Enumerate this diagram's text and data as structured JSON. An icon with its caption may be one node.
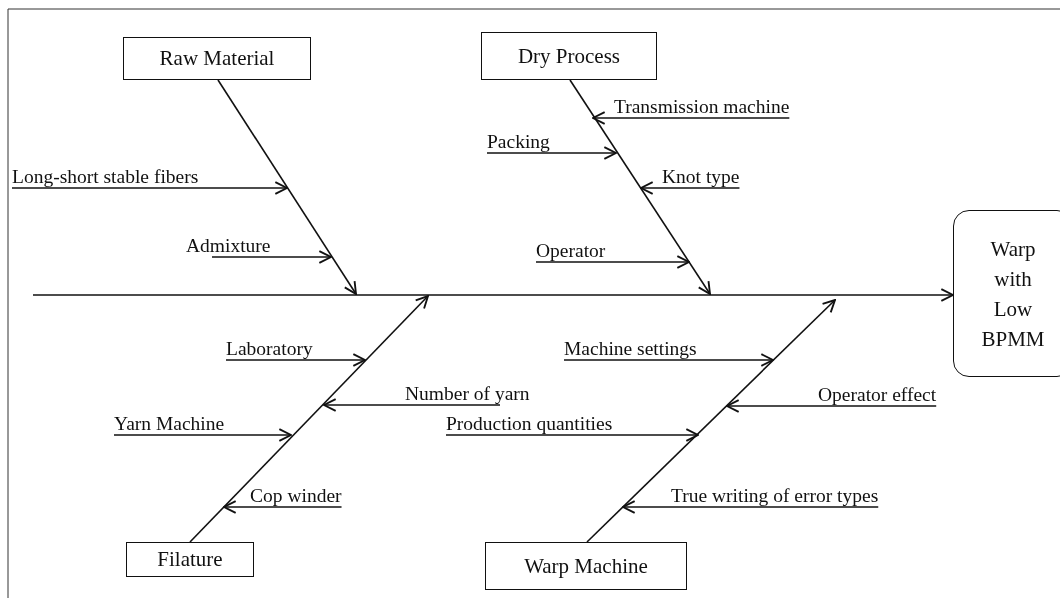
{
  "diagram": {
    "nodes": [
      {
        "text": [
          "Raw Material"
        ]
      },
      {
        "text": [
          "Long-short stable fibers"
        ]
      },
      {
        "text": [
          "Admixture"
        ]
      },
      {
        "text": [
          "Dry Process"
        ]
      },
      {
        "text": [
          "Transmission machine"
        ]
      },
      {
        "text": [
          "Packing"
        ]
      },
      {
        "text": [
          "Knot type"
        ]
      },
      {
        "text": [
          "Operator"
        ]
      },
      {
        "text": [
          "Warp with Low BPMM"
        ]
      },
      {
        "text": [
          "Laboratory"
        ]
      },
      {
        "text": [
          "Number of yarn"
        ]
      },
      {
        "text": [
          "Yarn Machine"
        ]
      },
      {
        "text": [
          "Cop winder"
        ]
      },
      {
        "text": [
          "Filature"
        ]
      },
      {
        "text": [
          "Machine settings"
        ]
      },
      {
        "text": [
          "Operator effect"
        ]
      },
      {
        "text": [
          "Production quantities"
        ]
      },
      {
        "text": [
          "True writing of error types"
        ]
      },
      {
        "text": [
          "Warp Machine"
        ]
      }
    ],
    "edges": [
      {
        "from": null,
        "to": 8,
        "arrow": "to"
      },
      {
        "from": 0,
        "to": null,
        "arrow": "to"
      },
      {
        "from": 1,
        "to": null,
        "arrow": "to"
      },
      {
        "from": 2,
        "to": null,
        "arrow": "to"
      },
      {
        "from": 3,
        "to": null,
        "arrow": "to"
      },
      {
        "from": 4,
        "to": null,
        "arrow": "to"
      },
      {
        "from": 5,
        "to": null,
        "arrow": "to"
      },
      {
        "from": 6,
        "to": null,
        "arrow": "to"
      },
      {
        "from": 7,
        "to": null,
        "arrow": "to"
      },
      {
        "from": 13,
        "to": null,
        "arrow": "to"
      },
      {
        "from": 9,
        "to": null,
        "arrow": "to"
      },
      {
        "from": 10,
        "to": null,
        "arrow": "to"
      },
      {
        "from": 11,
        "to": null,
        "arrow": "to"
      },
      {
        "from": 12,
        "to": null,
        "arrow": "to"
      },
      {
        "from": 18,
        "to": null,
        "arrow": "to"
      },
      {
        "from": 14,
        "to": null,
        "arrow": "to"
      },
      {
        "from": 15,
        "to": null,
        "arrow": "to"
      },
      {
        "from": 16,
        "to": null,
        "arrow": "to"
      },
      {
        "from": 17,
        "to": null,
        "arrow": "to"
      }
    ]
  }
}
